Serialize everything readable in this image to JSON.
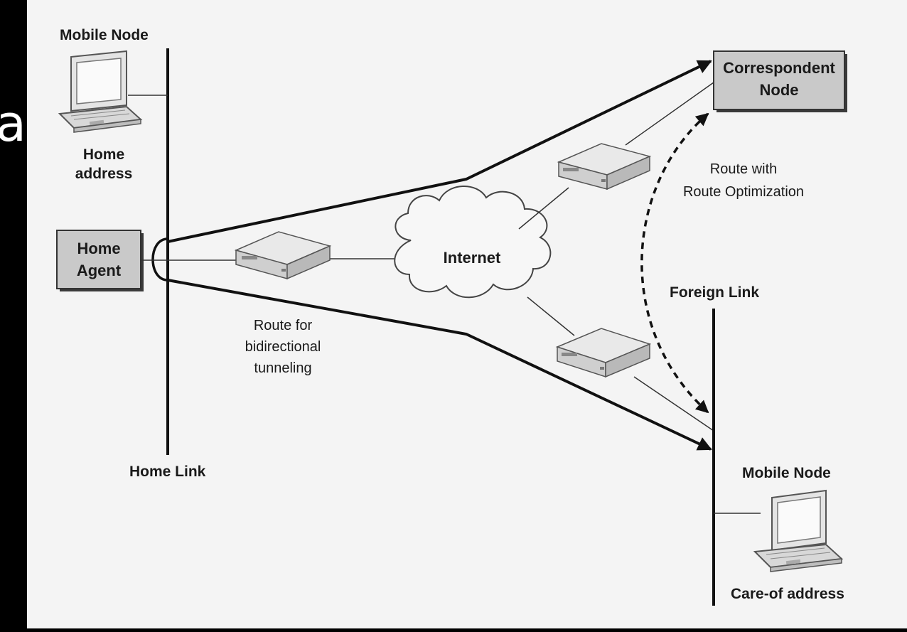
{
  "edge_glyph": "a",
  "mobile_node_home": {
    "title": "Mobile Node",
    "address_line1": "Home",
    "address_line2": "address"
  },
  "home_agent": {
    "line1": "Home",
    "line2": "Agent"
  },
  "home_link_label": "Home Link",
  "tunnel_route": {
    "line1": "Route for",
    "line2": "bidirectional",
    "line3": "tunneling"
  },
  "internet_label": "Internet",
  "correspondent_node": {
    "line1": "Correspondent",
    "line2": "Node"
  },
  "route_optimization": {
    "line1": "Route with",
    "line2": "Route Optimization"
  },
  "foreign_link_label": "Foreign Link",
  "mobile_node_foreign": {
    "title": "Mobile Node",
    "address": "Care-of address"
  },
  "colors": {
    "background": "#f4f4f4",
    "box_fill": "#c9c9c9",
    "line": "#111111"
  }
}
